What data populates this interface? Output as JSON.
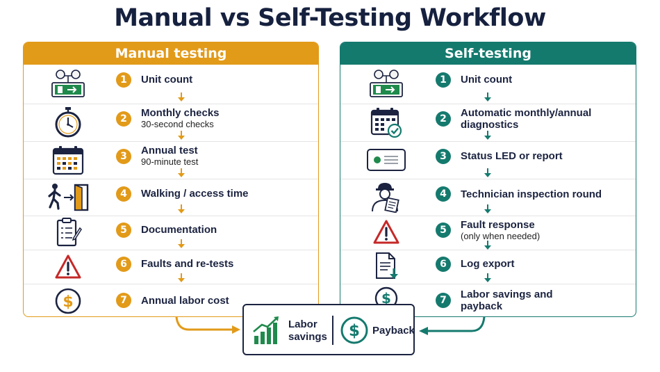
{
  "title": "Manual vs Self-Testing Workflow",
  "colors": {
    "manual": "#e29a19",
    "self": "#157a6e",
    "navy": "#1b2340",
    "warning": "#c62828"
  },
  "manual": {
    "header": "Manual testing",
    "steps": [
      {
        "num": "1",
        "label": "Unit count",
        "sub": "",
        "icon": "exit-sign-icon"
      },
      {
        "num": "2",
        "label": "Monthly checks",
        "sub": "30-second checks",
        "icon": "stopwatch-icon"
      },
      {
        "num": "3",
        "label": "Annual test",
        "sub": "90-minute test",
        "icon": "calendar-icon"
      },
      {
        "num": "4",
        "label": "Walking / access time",
        "sub": "",
        "icon": "walking-person-icon"
      },
      {
        "num": "5",
        "label": "Documentation",
        "sub": "",
        "icon": "clipboard-icon"
      },
      {
        "num": "6",
        "label": "Faults and re-tests",
        "sub": "",
        "icon": "warning-icon"
      },
      {
        "num": "7",
        "label": "Annual labor cost",
        "sub": "",
        "icon": "dollar-coin-icon"
      }
    ]
  },
  "self": {
    "header": "Self-testing",
    "steps": [
      {
        "num": "1",
        "label": "Unit count",
        "sub": "",
        "icon": "exit-sign-icon"
      },
      {
        "num": "2",
        "label": "Automatic monthly/annual diagnostics",
        "sub": "",
        "icon": "calendar-check-icon"
      },
      {
        "num": "3",
        "label": "Status LED or report",
        "sub": "",
        "icon": "status-led-icon"
      },
      {
        "num": "4",
        "label": "Technician inspection round",
        "sub": "",
        "icon": "technician-icon"
      },
      {
        "num": "5",
        "label": "Fault response",
        "sub": "(only when needed)",
        "icon": "warning-icon"
      },
      {
        "num": "6",
        "label": "Log export",
        "sub": "",
        "icon": "document-download-icon"
      },
      {
        "num": "7",
        "label": "Labor savings and payback",
        "sub": "",
        "icon": "dollar-coin-icon"
      }
    ]
  },
  "result": {
    "left_label_line1": "Labor",
    "left_label_line2": "savings",
    "left_icon": "growth-chart-icon",
    "right_label": "Payback",
    "right_icon": "dollar-coin-icon"
  }
}
